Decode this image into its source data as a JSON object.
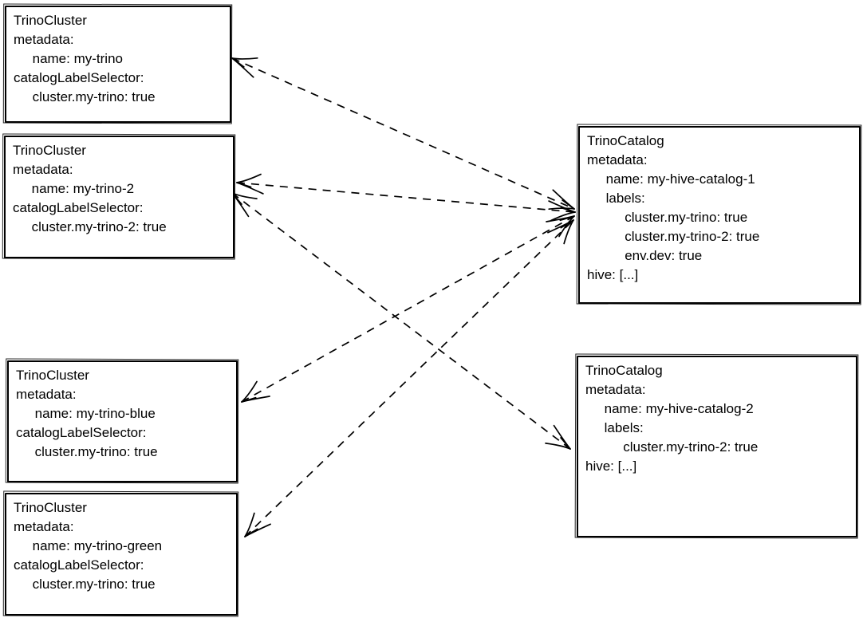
{
  "diagram": {
    "background_color": "#ffffff",
    "stroke_color": "#000000",
    "text_color": "#000000",
    "line_style": "dashed",
    "boxes": [
      {
        "id": "trino-cluster-my-trino",
        "kind": "TrinoCluster",
        "lines": [
          "TrinoCluster",
          "metadata:",
          "     name: my-trino",
          "catalogLabelSelector:",
          "     cluster.my-trino: true"
        ]
      },
      {
        "id": "trino-cluster-my-trino-2",
        "kind": "TrinoCluster",
        "lines": [
          "TrinoCluster",
          "metadata:",
          "     name: my-trino-2",
          "catalogLabelSelector:",
          "     cluster.my-trino-2: true"
        ]
      },
      {
        "id": "trino-cluster-my-trino-blue",
        "kind": "TrinoCluster",
        "lines": [
          "TrinoCluster",
          "metadata:",
          "     name: my-trino-blue",
          "catalogLabelSelector:",
          "     cluster.my-trino: true"
        ]
      },
      {
        "id": "trino-cluster-my-trino-green",
        "kind": "TrinoCluster",
        "lines": [
          "TrinoCluster",
          "metadata:",
          "     name: my-trino-green",
          "catalogLabelSelector:",
          "     cluster.my-trino: true"
        ]
      },
      {
        "id": "trino-catalog-my-hive-catalog-1",
        "kind": "TrinoCatalog",
        "lines": [
          "TrinoCatalog",
          "metadata:",
          "     name: my-hive-catalog-1",
          "     labels:",
          "          cluster.my-trino: true",
          "          cluster.my-trino-2: true",
          "          env.dev: true",
          "hive: [...]"
        ]
      },
      {
        "id": "trino-catalog-my-hive-catalog-2",
        "kind": "TrinoCatalog",
        "lines": [
          "TrinoCatalog",
          "metadata:",
          "     name: my-hive-catalog-2",
          "     labels:",
          "          cluster.my-trino-2: true",
          "hive: [...]"
        ]
      }
    ],
    "connections": [
      {
        "from": "my-hive-catalog-1",
        "to": "my-trino",
        "bidirectional": true,
        "style": "dashed"
      },
      {
        "from": "my-hive-catalog-1",
        "to": "my-trino-2",
        "bidirectional": true,
        "style": "dashed"
      },
      {
        "from": "my-hive-catalog-1",
        "to": "my-trino-blue",
        "bidirectional": true,
        "style": "dashed"
      },
      {
        "from": "my-hive-catalog-1",
        "to": "my-trino-green",
        "bidirectional": true,
        "style": "dashed"
      },
      {
        "from": "my-hive-catalog-2",
        "to": "my-trino-2",
        "bidirectional": true,
        "style": "dashed"
      }
    ]
  }
}
